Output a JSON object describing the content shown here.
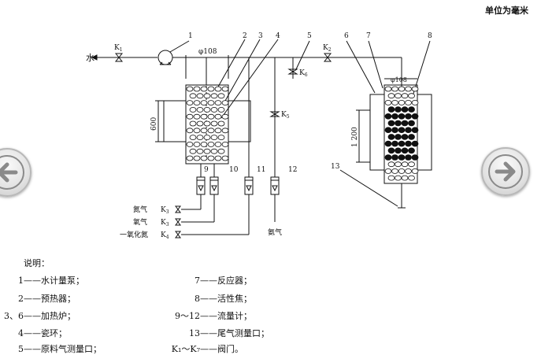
{
  "header": {
    "unit_note": "单位为毫米"
  },
  "diagram": {
    "water_label": "水",
    "nitrogen_label": "氮气",
    "oxygen_label": "氧气",
    "co_label": "一氧化氮",
    "ammonia_label": "氨气",
    "dim_preheater_dia": "φ108",
    "dim_reactor_dia": "φ108",
    "dim_height_600": "600",
    "dim_height_1200": "1 200",
    "valves": {
      "k1": "K",
      "k1_sub": "1",
      "k2": "K",
      "k2_sub": "2",
      "k3a": "K",
      "k3a_sub": "3",
      "k3b": "K",
      "k3b_sub": "3",
      "k4": "K",
      "k4_sub": "4",
      "k5": "K",
      "k5_sub": "5",
      "k6": "K",
      "k6_sub": "6"
    },
    "callouts": [
      "1",
      "2",
      "3",
      "4",
      "5",
      "6",
      "7",
      "8",
      "9",
      "10",
      "11",
      "12",
      "13"
    ]
  },
  "legend": {
    "title": "说明：",
    "rows": [
      {
        "num": "1",
        "text": "水计量泵；"
      },
      {
        "num": "2",
        "text": "预热器；"
      },
      {
        "num": "3、6",
        "text": "加热炉；"
      },
      {
        "num": "4",
        "text": "瓷环；"
      },
      {
        "num": "5",
        "text": "原料气测量口；"
      },
      {
        "num": "7",
        "text": "反应器；"
      },
      {
        "num": "8",
        "text": "活性焦；"
      },
      {
        "num": "9～12",
        "text": "流量计；"
      },
      {
        "num": "13",
        "text": "尾气测量口；"
      },
      {
        "num": "K₁～K₇",
        "text": "阀门。"
      }
    ]
  },
  "nav": {
    "prev_icon": "arrow-left-icon",
    "next_icon": "arrow-right-icon"
  }
}
